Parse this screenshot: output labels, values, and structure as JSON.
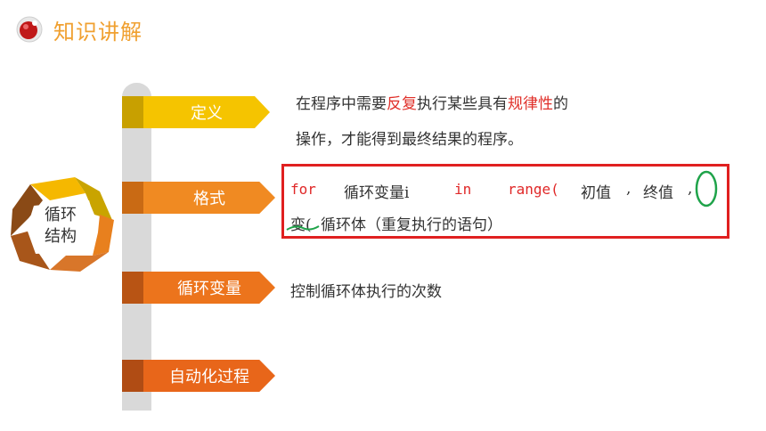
{
  "header": {
    "title": "知识讲解"
  },
  "emblem": {
    "line1": "循环",
    "line2": "结构"
  },
  "tabs": [
    {
      "label": "定义"
    },
    {
      "label": "格式"
    },
    {
      "label": "循环变量"
    },
    {
      "label": "自动化过程"
    }
  ],
  "definition": {
    "p1_a": "在程序中需要",
    "p1_b": "反复",
    "p1_c": "执行某些具有",
    "p1_d": "规律性",
    "p1_e": "的",
    "line2": "操作，才能得到最终结果的程序。"
  },
  "format": {
    "kw_for": "for",
    "var_label": "循环变量i",
    "kw_in": "in",
    "kw_range": "range(",
    "init": "初值",
    "sep1": ",",
    "final": "终值",
    "sep2": ",",
    "step_fragment": "变(",
    "body": "循环体（重复执行的语句）"
  },
  "loop_var": {
    "text": "控制循环体执行的次数"
  },
  "colors": {
    "title": "#f0a030",
    "tab_yellow": "#f5b800",
    "tab_orange": "#f07d1e",
    "tab_dark_orange": "#e8661a",
    "highlight_red": "#e0302a",
    "annotation_green": "#1fa34a"
  }
}
